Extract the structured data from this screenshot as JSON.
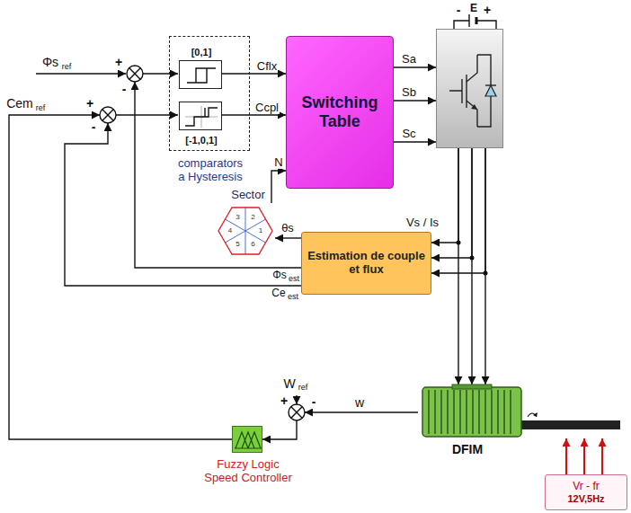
{
  "diagram": {
    "nodes": [
      {
        "text": [
          "comparators a Hysteresis"
        ]
      },
      {
        "text": [
          "[0,1]"
        ],
        "in": 0
      },
      {
        "text": [
          "[-1,0,1]"
        ],
        "in": 0
      },
      {
        "text": [
          "Switching Table"
        ]
      },
      {
        "text": [
          "E"
        ]
      },
      {
        "text": [
          "Estimation de couple et flux"
        ]
      },
      {
        "text": [
          "Sector"
        ]
      },
      {
        "text": [
          "DFIM"
        ]
      },
      {
        "text": [
          "Vr - fr",
          "12V,5Hz"
        ]
      },
      {
        "text": [
          "Fuzzy Logic Speed Controller"
        ]
      }
    ],
    "edges": [
      {
        "from": 1,
        "to": 3,
        "arrow": "to",
        "label": "Cflx"
      },
      {
        "from": 2,
        "to": 3,
        "arrow": "to",
        "label": "Ccpl"
      },
      {
        "from": 6,
        "to": 3,
        "arrow": "to",
        "label": "N"
      },
      {
        "from": 3,
        "to": 4,
        "arrow": "to",
        "label": "Sa"
      },
      {
        "from": 3,
        "to": 4,
        "arrow": "to",
        "label": "Sb"
      },
      {
        "from": 3,
        "to": 4,
        "arrow": "to",
        "label": "Sc"
      },
      {
        "from": 4,
        "to": 7,
        "arrow": "to"
      },
      {
        "from": 4,
        "to": 7,
        "arrow": "to"
      },
      {
        "from": 4,
        "to": 7,
        "arrow": "to"
      },
      {
        "from": 4,
        "to": 5,
        "arrow": "to",
        "label": "Vs / Is"
      },
      {
        "from": 4,
        "to": 5,
        "arrow": "to"
      },
      {
        "from": 4,
        "to": 5,
        "arrow": "to"
      },
      {
        "from": 5,
        "to": 6,
        "arrow": "to",
        "label": "θs"
      },
      {
        "from": 8,
        "to": 7,
        "arrow": "to"
      },
      {
        "from": 8,
        "to": 7,
        "arrow": "to"
      },
      {
        "from": 8,
        "to": 7,
        "arrow": "to"
      }
    ],
    "labels": [
      "Φs",
      "ref",
      "+",
      "-",
      "Cem",
      "ref",
      "+",
      "-",
      "Φs",
      "est",
      "Ce",
      "est",
      "W",
      "ref",
      "+",
      "-",
      "w",
      "-",
      "+",
      "1",
      "2",
      "3",
      "4",
      "5",
      "6"
    ]
  }
}
